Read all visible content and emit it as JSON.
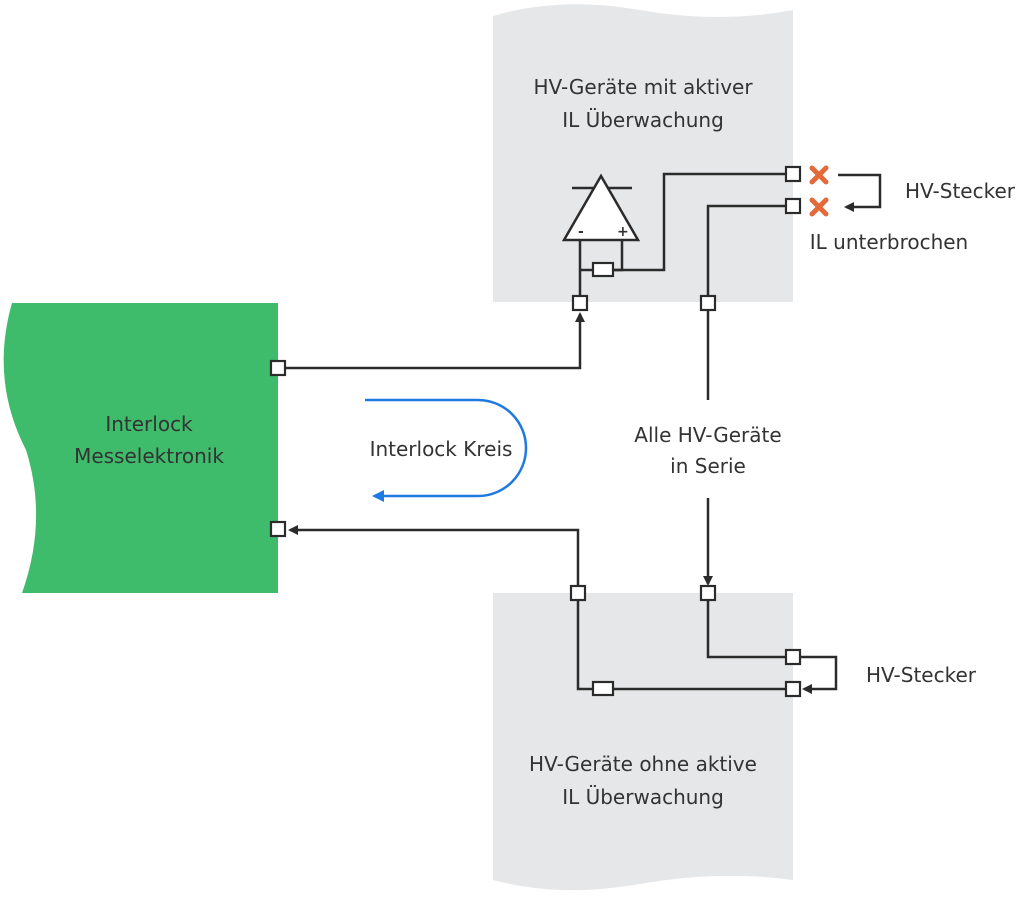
{
  "colors": {
    "panel": "#e6e7e8",
    "measurement_unit": "#3fbb6c",
    "wire": "#2b2b2b",
    "loop_arrow": "#1f7ae0",
    "break_mark": "#e26b3c",
    "text": "#333333"
  },
  "labels": {
    "top_panel_line1": "HV-Geräte mit aktiver",
    "top_panel_line2": "IL Überwachung",
    "bottom_panel_line1": "HV-Geräte ohne aktive",
    "bottom_panel_line2": "IL Überwachung",
    "unit_line1": "Interlock",
    "unit_line2": "Messelektronik",
    "loop": "Interlock Kreis",
    "series_line1": "Alle HV-Geräte",
    "series_line2": "in Serie",
    "connector_top": "HV-Stecker",
    "connector_bottom": "HV-Stecker",
    "interrupted": "IL unterbrochen",
    "amp_minus": "-",
    "amp_plus": "+"
  },
  "icons": {
    "amplifier": "op-amp-triangle-icon",
    "break": "red-x-icon"
  }
}
